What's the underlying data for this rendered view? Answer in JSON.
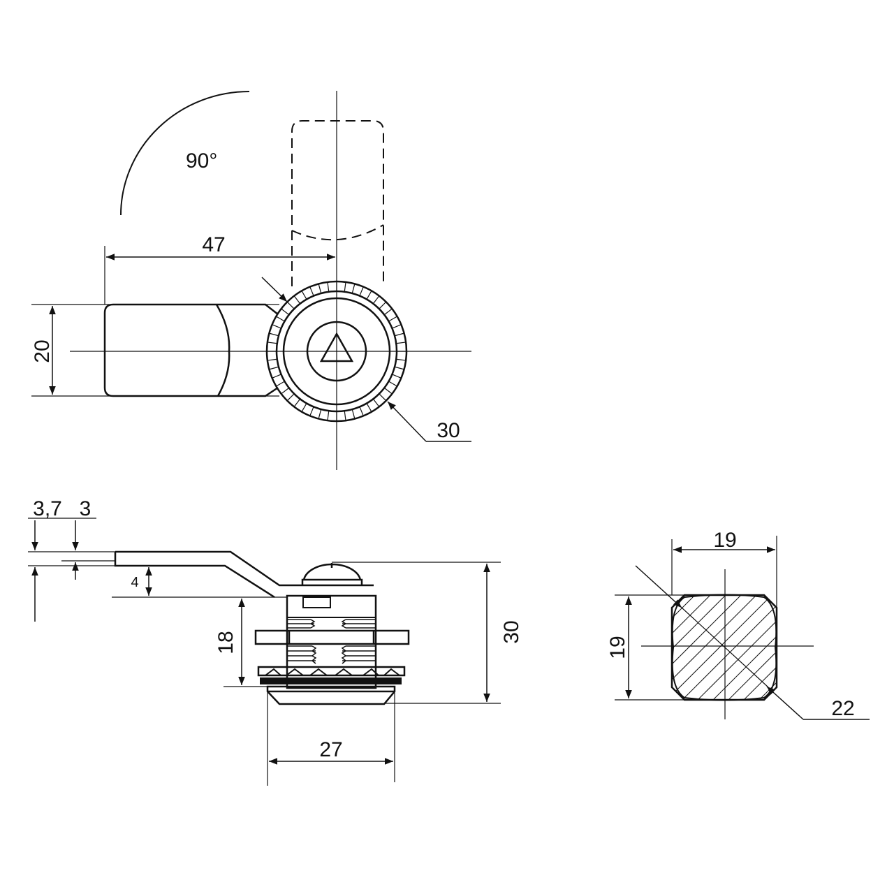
{
  "drawing": {
    "top_view": {
      "rotation_angle": "90°",
      "lever_length": "47",
      "lever_width": "20",
      "bezel_diameter": "30"
    },
    "side_view": {
      "lever_thickness": "3,7",
      "plate_thickness": "3",
      "lever_offset": "4",
      "body_length": "18",
      "total_height": "30",
      "bezel_width": "27"
    },
    "cutout_view": {
      "width": "19",
      "height": "19",
      "diameter": "22"
    }
  },
  "colors": {
    "line": "#111111",
    "background": "#ffffff"
  }
}
